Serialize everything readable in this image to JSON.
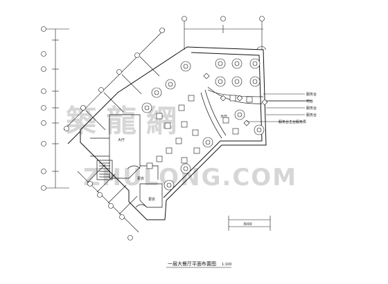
{
  "watermark": {
    "cn": "築龍網",
    "en": "ZHULONG.COM"
  },
  "rooms": {
    "hall": "大厅",
    "room_upper": "更衣",
    "room_lower": "更衣"
  },
  "callouts": [
    "服务台",
    "吧台",
    "服务台",
    "服务台"
  ],
  "callout_long": "服务台主台服务员",
  "inner_label": "大厅",
  "title": "一层大餐厅平面布置图",
  "title_scale": "1:100",
  "scale_bar": "3000"
}
